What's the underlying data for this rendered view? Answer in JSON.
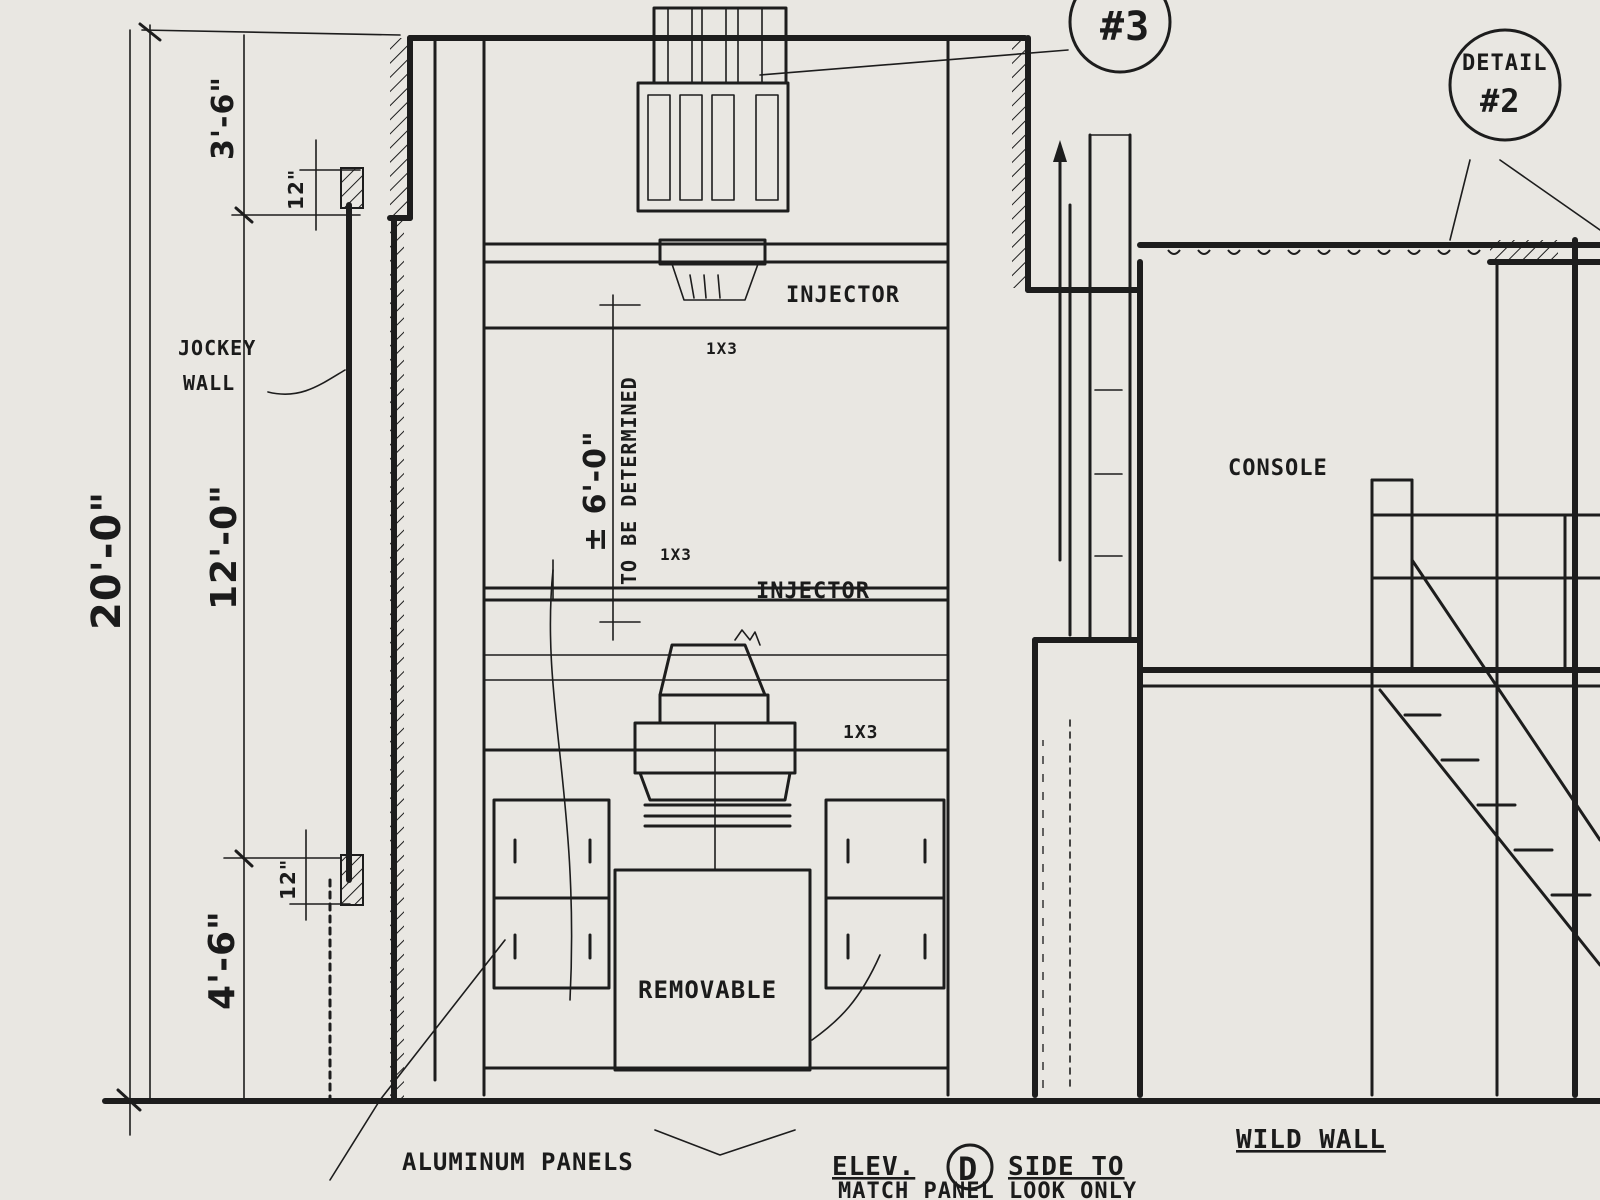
{
  "callouts": {
    "detail_3": "#3",
    "detail_2_word": "DETAIL",
    "detail_2_num": "#2",
    "elev_tag": "D"
  },
  "dimensions": {
    "overall": "20'-0\"",
    "upper": "3'-6\"",
    "middle": "12'-0\"",
    "lower": "4'-6\"",
    "top_small": "12\"",
    "bottom_small": "12\"",
    "injector_height": "± 6'-0\""
  },
  "labels": {
    "jockey": "JOCKEY",
    "wall": "WALL",
    "injector_upper": "INJECTOR",
    "injector_lower": "INJECTOR",
    "lumber_upper": "1X3",
    "lumber_middle": "1X3",
    "lumber_lower": "1X3",
    "to_be_determined": "TO BE DETERMINED",
    "console": "CONSOLE",
    "removable": "REMOVABLE",
    "aluminum_panels": "ALUMINUM PANELS",
    "elev_prefix": "ELEV.",
    "side_to": "SIDE TO",
    "match_panel": "MATCH PANEL LOOK ONLY",
    "wild_wall": "WILD WALL"
  }
}
